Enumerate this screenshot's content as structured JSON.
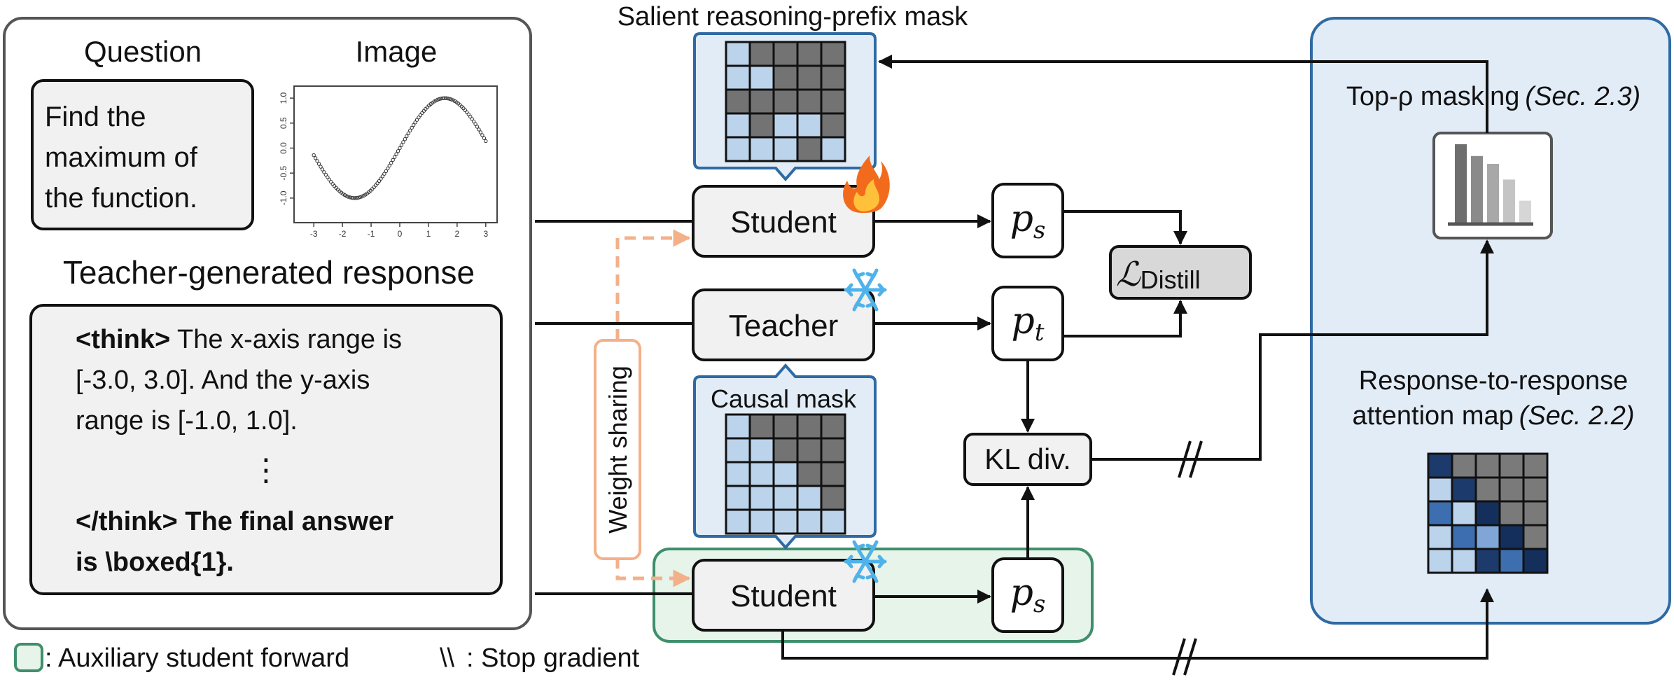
{
  "left_panel": {
    "question_heading": "Question",
    "question_text": [
      "Find the",
      "maximum of",
      "the function."
    ],
    "image_heading": "Image",
    "plot_y_ticks": [
      "1.0",
      "0.5",
      "0.0",
      "-0.5",
      "-1.0"
    ],
    "plot_x_ticks": [
      "-3",
      "-2",
      "-1",
      "0",
      "1",
      "2",
      "3"
    ],
    "response_heading": "Teacher-generated response",
    "response": {
      "line1_bold": "<think>",
      "line1_rest": " The x-axis range is",
      "line2": "[-3.0, 3.0]. And the y-axis",
      "line3": "range is [-1.0, 1.0].",
      "ellipsis": "⋮",
      "line4": "</think> The final answer",
      "line5": "is \\boxed{1}."
    }
  },
  "center": {
    "salient_mask_label": "Salient reasoning-prefix mask",
    "causal_mask_label": "Causal mask",
    "student_top_label": "Student",
    "teacher_label": "Teacher",
    "student_bottom_label": "Student",
    "weight_sharing_label": "Weight sharing",
    "ps_top": "p",
    "ps_top_sub": "s",
    "pt": "p",
    "pt_sub": "t",
    "ps_bottom": "p",
    "ps_bottom_sub": "s",
    "loss": "ℒ",
    "loss_sub": "Distill",
    "kl_label": "KL div.",
    "fire_icon": "fire-icon",
    "snowflake_icon": "snowflake-icon"
  },
  "right_panel": {
    "top_rho_label": "Top-ρ masking",
    "top_rho_ref": "(Sec. 2.3)",
    "attention_label_line1": "Response-to-response",
    "attention_label_line2": "attention map",
    "attention_ref": "(Sec. 2.2)"
  },
  "legend": {
    "aux_label": ": Auxiliary student forward",
    "stop_symbol": "\\\\",
    "stop_label": ": Stop gradient"
  },
  "colors": {
    "mask_light_blue": "#bcd3ec",
    "mask_gray": "#737373",
    "panel_blue_fill": "#e2ecf7",
    "panel_blue_stroke": "#2f6aa3",
    "aux_green_fill": "#e6f4ea",
    "aux_green_stroke": "#3f8f6d",
    "weight_sharing_orange": "#f3b089"
  },
  "masks": {
    "salient": [
      [
        1,
        0,
        0,
        0,
        0
      ],
      [
        1,
        1,
        0,
        0,
        0
      ],
      [
        0,
        0,
        0,
        0,
        0
      ],
      [
        1,
        0,
        1,
        1,
        0
      ],
      [
        1,
        1,
        1,
        0,
        1
      ]
    ],
    "causal": [
      [
        1,
        0,
        0,
        0,
        0
      ],
      [
        1,
        1,
        0,
        0,
        0
      ],
      [
        1,
        1,
        1,
        0,
        0
      ],
      [
        1,
        1,
        1,
        1,
        0
      ],
      [
        1,
        1,
        1,
        1,
        1
      ]
    ],
    "attention": [
      [
        "#1c3a6b",
        "#7a7a7a",
        "#7a7a7a",
        "#7a7a7a",
        "#7a7a7a"
      ],
      [
        "#bcd3ec",
        "#1c3a6b",
        "#7a7a7a",
        "#7a7a7a",
        "#7a7a7a"
      ],
      [
        "#3d6fb0",
        "#bcd3ec",
        "#142f5c",
        "#7a7a7a",
        "#7a7a7a"
      ],
      [
        "#bcd3ec",
        "#3d6fb0",
        "#7fa6d6",
        "#142f5c",
        "#7a7a7a"
      ],
      [
        "#bcd3ec",
        "#bcd3ec",
        "#1c3a6b",
        "#3d6fb0",
        "#142f5c"
      ]
    ]
  },
  "bar_icon": {
    "values": [
      1.0,
      0.85,
      0.75,
      0.55,
      0.28
    ],
    "colors": [
      "#6e6e6e",
      "#8a8a8a",
      "#a8a8a8",
      "#c4c4c4",
      "#d6d6d6"
    ]
  }
}
